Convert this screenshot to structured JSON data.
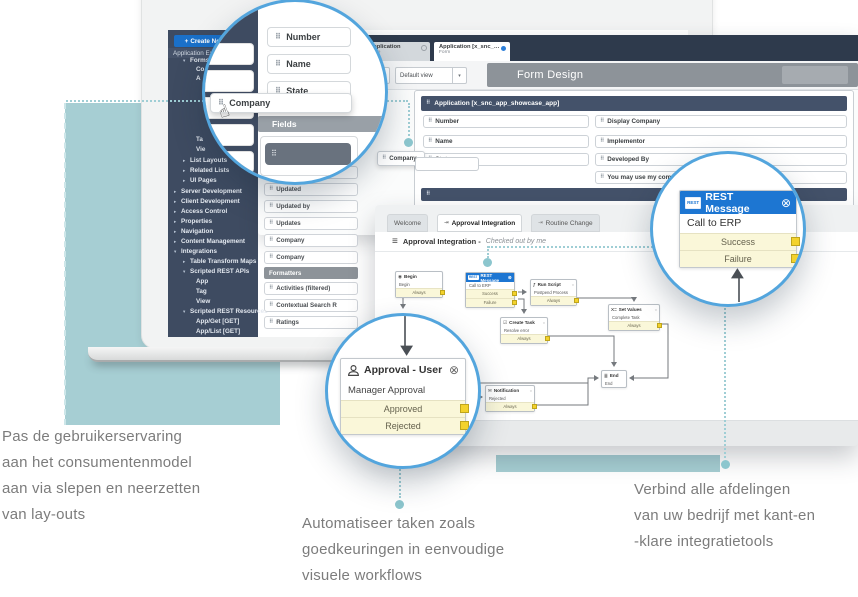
{
  "icons": {
    "plus": "+",
    "caret_right": "▸",
    "caret_down": "▾",
    "close_circle": "⊗",
    "drag": "⠿",
    "chevron_down": "▾",
    "hamburger": "≡",
    "tab_arrow": "⇥",
    "gear": "○",
    "begin": "◉",
    "run_script": "ƒ",
    "set_values": "X=",
    "create_task": "☑",
    "notification": "✉",
    "end": "≣",
    "hand": "☝",
    "rest_badge": "REST"
  },
  "annotations": {
    "left": [
      "Pas de gebruikerservaring",
      "aan het consumentenmodel",
      "aan via slepen en neerzetten",
      "van lay-outs"
    ],
    "middle": [
      "Automatiseer taken zoals",
      "goedkeuringen in eenvoudige",
      "visuele workflows"
    ],
    "right": [
      "Verbind alle afdelingen",
      "van uw bedrijf met kant-en",
      "-klare integratietools"
    ]
  },
  "sidebar": {
    "create_button": "Create New Applic",
    "title": "Application Explorer",
    "items": [
      {
        "label": "Forms"
      },
      {
        "label": "Co"
      },
      {
        "label": "A"
      },
      {
        "label": "Ta"
      },
      {
        "label": "Vie"
      },
      {
        "label": "List Layouts"
      },
      {
        "label": "Related Lists"
      },
      {
        "label": "UI Pages"
      },
      {
        "label": "Server Development"
      },
      {
        "label": "Client Development"
      },
      {
        "label": "Access Control"
      },
      {
        "label": "Properties"
      },
      {
        "label": "Navigation"
      },
      {
        "label": "Content Management"
      },
      {
        "label": "Integrations"
      },
      {
        "label": "Table Transform Maps"
      },
      {
        "label": "Scripted REST APIs"
      },
      {
        "label": "App"
      },
      {
        "label": "Tag"
      },
      {
        "label": "View"
      },
      {
        "label": "Scripted REST Resources"
      },
      {
        "label": "App/Get [GET]"
      },
      {
        "label": "App/List [GET]"
      }
    ]
  },
  "form_panel": {
    "tabs": [
      {
        "title": "…",
        "sub": ""
      },
      {
        "title": "Application",
        "sub": "Table"
      },
      {
        "title": "Application [x_snc_…",
        "sub": "Form"
      }
    ],
    "dropdown1": "…app_sh",
    "dropdown2": "Default view",
    "header": "Form Design",
    "section1": "Application [x_snc_app_showcase_app]",
    "fields_left": [
      "Number",
      "Name",
      "State"
    ],
    "fields_right": [
      "Display Company",
      "Implementor",
      "Developed By",
      "You may use my company nam"
    ],
    "drag_chip": "Company"
  },
  "palette": {
    "items": [
      "Created by",
      "Updated",
      "Updated by",
      "Updates",
      "Company",
      "Company"
    ],
    "header": "Formatters",
    "items2": [
      "Activities (filtered)",
      "Contextual Search R",
      "Ratings"
    ]
  },
  "magnifier_company": {
    "fields": [
      "Number",
      "Name",
      "State"
    ],
    "drag_label": "Company",
    "fields_header": "Fields"
  },
  "magnifier_approval": {
    "title": "Approval - User",
    "subtitle": "Manager Approval",
    "outputs": [
      "Approved",
      "Rejected"
    ]
  },
  "magnifier_rest": {
    "badge": "REST",
    "title": "REST Message",
    "subtitle": "Call to ERP",
    "outputs": [
      "Success",
      "Failure"
    ]
  },
  "workflow": {
    "tabs": [
      "Welcome",
      "Approval Integration",
      "Routine Change"
    ],
    "title": "Approval Integration -",
    "title_note": "Checked out by me",
    "nodes": [
      {
        "title": "Begin",
        "subtitle": "Begin",
        "output": "Always"
      },
      {
        "title": "REST Message",
        "subtitle": "Call to ERP",
        "outputs": [
          "Success",
          "Failure"
        ]
      },
      {
        "title": "Run Script",
        "subtitle": "Postpend Process",
        "output": "Always"
      },
      {
        "title": "Set Values",
        "subtitle": "Complete Task",
        "output": "Always"
      },
      {
        "title": "Create Task",
        "subtitle": "Resolve error",
        "output": "Always"
      },
      {
        "title": "Notification",
        "subtitle": "Rejected",
        "output": "Always"
      },
      {
        "title": "End",
        "subtitle": "End"
      }
    ]
  }
}
